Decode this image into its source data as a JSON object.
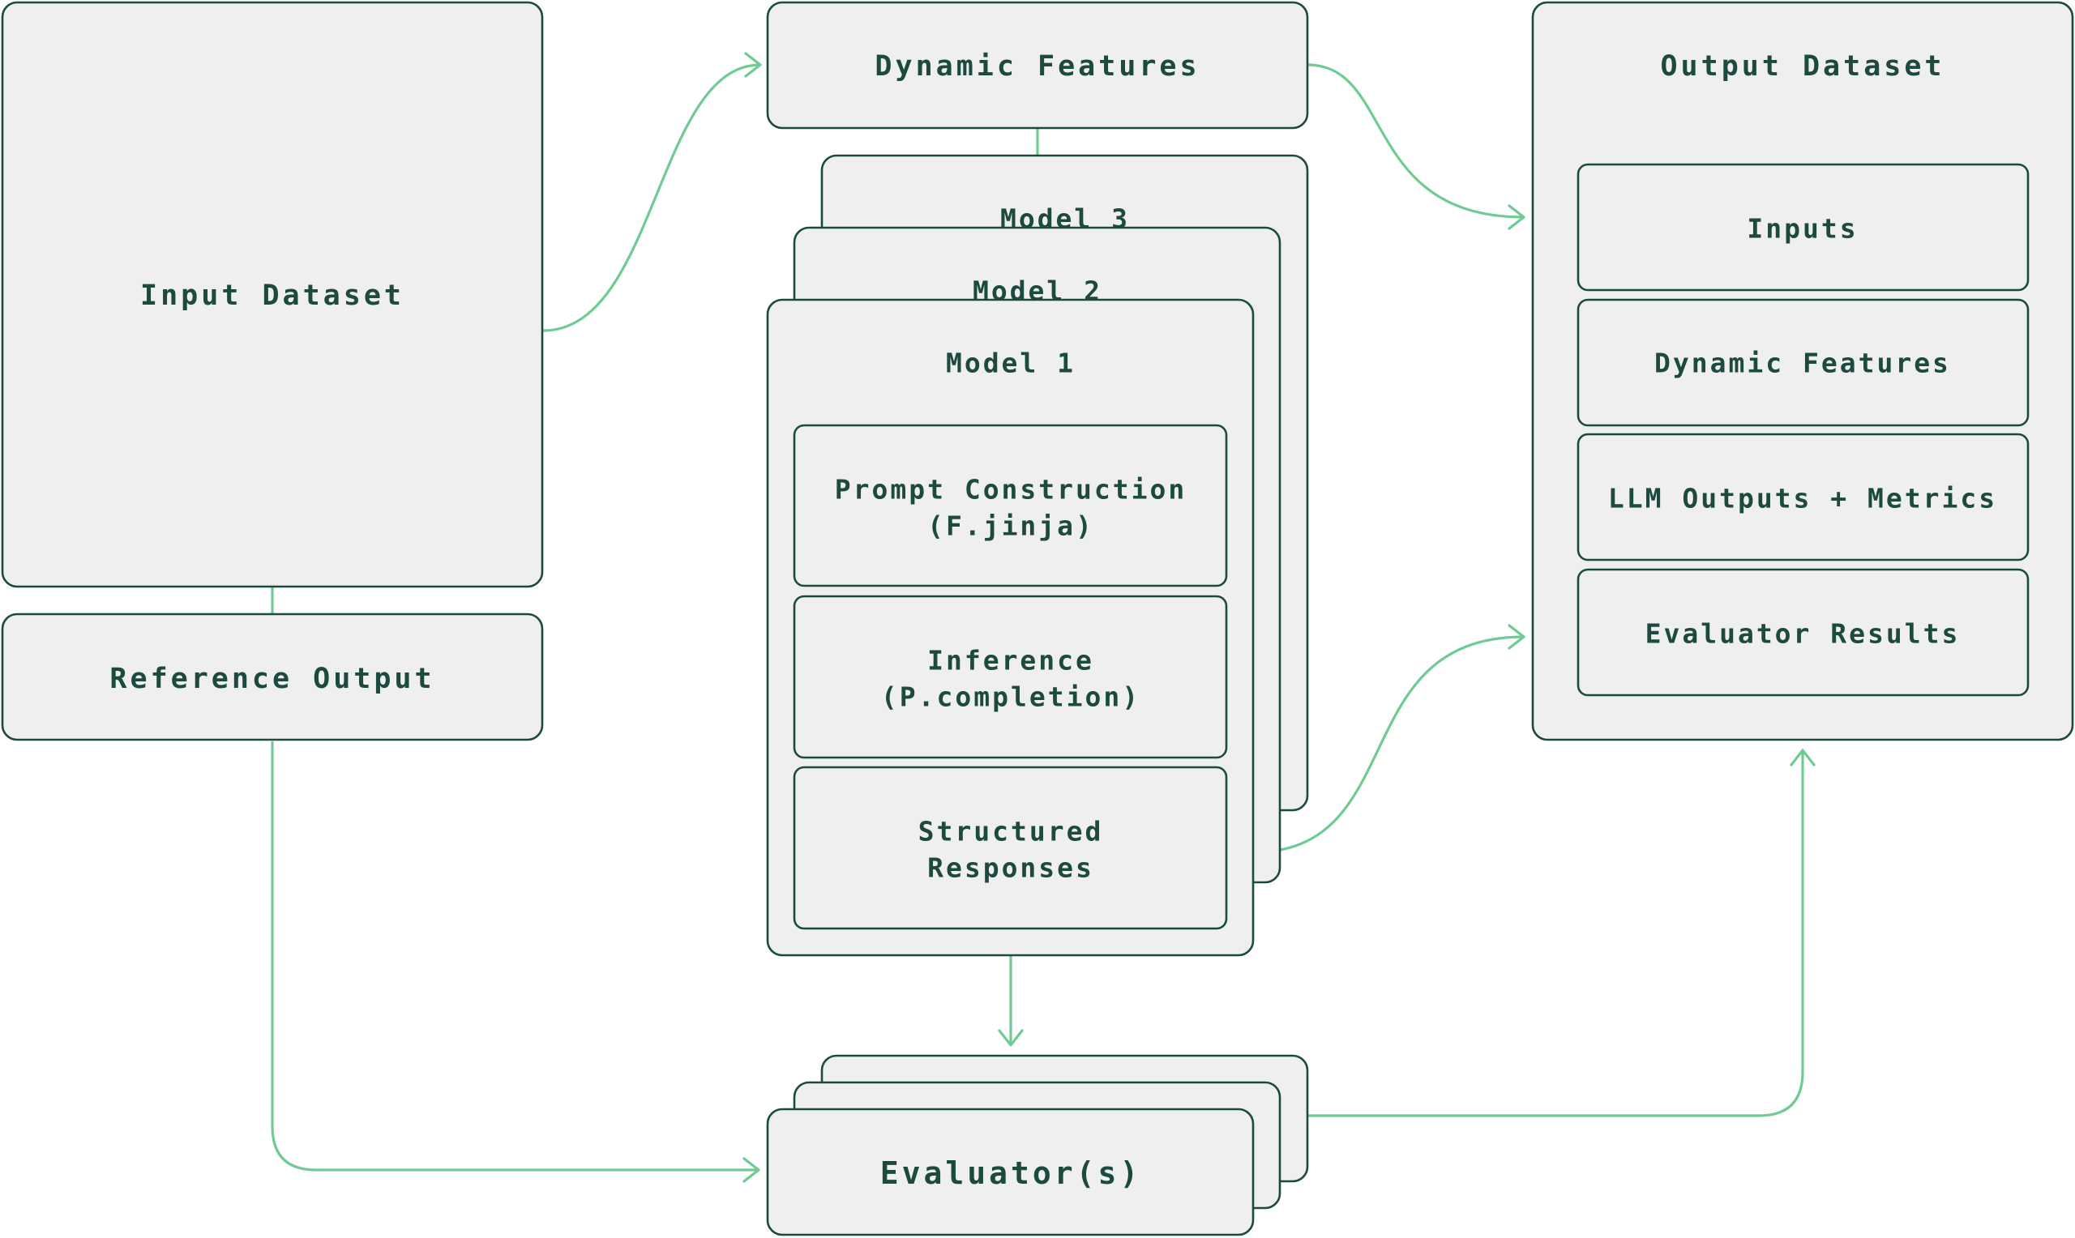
{
  "input_dataset": {
    "label": "Input Dataset"
  },
  "reference_output": {
    "label": "Reference Output"
  },
  "dynamic_features": {
    "label": "Dynamic Features"
  },
  "models": {
    "model_3": "Model 3",
    "model_2": "Model 2",
    "model_1": "Model 1",
    "steps": [
      {
        "line1": "Prompt Construction",
        "line2": "(F.jinja)"
      },
      {
        "line1": "Inference",
        "line2": "(P.completion)"
      },
      {
        "line1": "Structured",
        "line2": "Responses"
      }
    ]
  },
  "evaluators": {
    "label": "Evaluator(s)"
  },
  "output_dataset": {
    "title": "Output Dataset",
    "sections": [
      "Inputs",
      "Dynamic Features",
      "LLM Outputs + Metrics",
      "Evaluator Results"
    ]
  },
  "colors": {
    "box_fill": "#efefef",
    "box_stroke": "#1d4a3e",
    "text": "#1d4a3e",
    "connector": "#6fcb93"
  }
}
